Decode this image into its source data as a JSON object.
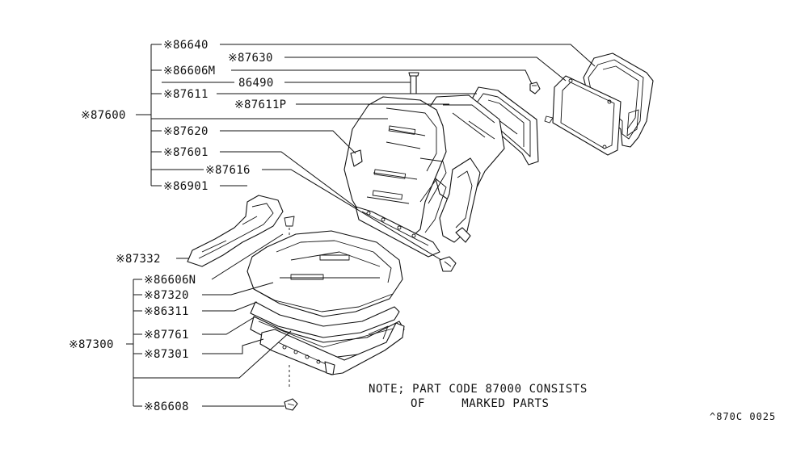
{
  "diagram": {
    "callouts": [
      {
        "id": "c86640",
        "text": "※86640"
      },
      {
        "id": "c87630",
        "text": "※87630"
      },
      {
        "id": "c86606M",
        "text": "※86606M"
      },
      {
        "id": "c86490",
        "text": "86490"
      },
      {
        "id": "c87611",
        "text": "※87611"
      },
      {
        "id": "c87611P",
        "text": "※87611P"
      },
      {
        "id": "c87600",
        "text": "※87600"
      },
      {
        "id": "c87620",
        "text": "※87620"
      },
      {
        "id": "c87601",
        "text": "※87601"
      },
      {
        "id": "c87616",
        "text": "※87616"
      },
      {
        "id": "c86901",
        "text": "※86901"
      },
      {
        "id": "c87332",
        "text": "※87332"
      },
      {
        "id": "c86606N",
        "text": "※86606N"
      },
      {
        "id": "c87320",
        "text": "※87320"
      },
      {
        "id": "c86311",
        "text": "※86311"
      },
      {
        "id": "c87300",
        "text": "※87300"
      },
      {
        "id": "c87761",
        "text": "※87761"
      },
      {
        "id": "c87301",
        "text": "※87301"
      },
      {
        "id": "c86608",
        "text": "※86608"
      }
    ],
    "note_line1": "NOTE; PART CODE 87000 CONSISTS",
    "note_line2": "OF     MARKED PARTS",
    "figure_code": "^870C 0025"
  }
}
